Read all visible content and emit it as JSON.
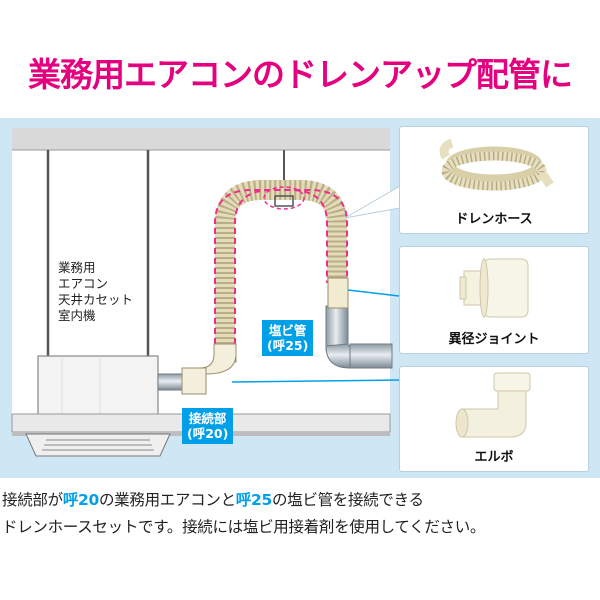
{
  "title": "業務用エアコンのドレンアップ配管に",
  "unit_label": [
    "業務用",
    "エアコン",
    "天井カセット",
    "室内機"
  ],
  "tag_pvc": [
    "塩ビ管",
    "(呼25)"
  ],
  "tag_joint": [
    "接続部",
    "(呼20)"
  ],
  "parts": [
    {
      "name": "ドレンホース",
      "icon": "coiled-drain-hose"
    },
    {
      "name": "異径ジョイント",
      "icon": "reducer-joint"
    },
    {
      "name": "エルボ",
      "icon": "elbow-fitting"
    }
  ],
  "description": {
    "p1": "接続部が",
    "em1": "呼20",
    "p2": "の業務用エアコンと",
    "em2": "呼25",
    "p3": "の塩ビ管を接続できる",
    "p4": "ドレンホースセットです。接続には塩ビ用接着剤を使用してください。"
  },
  "colors": {
    "title": "#e4007f",
    "accent": "#00a0e9",
    "panel_bg": "#cfe6f5"
  }
}
